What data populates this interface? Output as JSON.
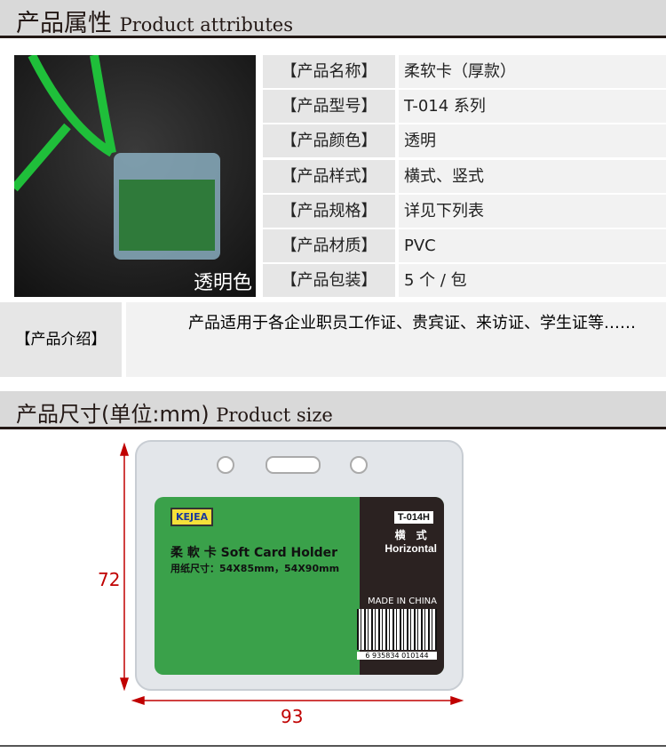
{
  "section1": {
    "title_cn": "产品属性",
    "title_en": "Product attributes"
  },
  "photo_caption": "透明色",
  "attributes": [
    {
      "label": "【产品名称】",
      "value": "柔软卡（厚款）"
    },
    {
      "label": "【产品型号】",
      "value": "T-014 系列"
    },
    {
      "label": "【产品颜色】",
      "value": "透明"
    },
    {
      "label": "【产品样式】",
      "value": "横式、竖式"
    },
    {
      "label": "【产品规格】",
      "value": "详见下列表"
    },
    {
      "label": "【产品材质】",
      "value": "PVC"
    },
    {
      "label": "【产品包装】",
      "value": "5 个 / 包"
    }
  ],
  "intro": {
    "label": "【产品介绍】",
    "text": "产品适用于各企业职员工作证、贵宾证、来访证、学生证等……"
  },
  "section2": {
    "title_cn": "产品尺寸(单位:mm)",
    "title_en": "Product size"
  },
  "card": {
    "brand": "KEJEA",
    "name": "柔 軟 卡  Soft Card Holder",
    "paper": "用纸尺寸：54X85mm，54X90mm",
    "model": "T-014H",
    "style_cn": "横　式",
    "style_en": "Horizontal",
    "made": "MADE IN CHINA",
    "barcode": "6 935834 010144"
  },
  "dimensions": {
    "height": "72",
    "width": "93"
  }
}
